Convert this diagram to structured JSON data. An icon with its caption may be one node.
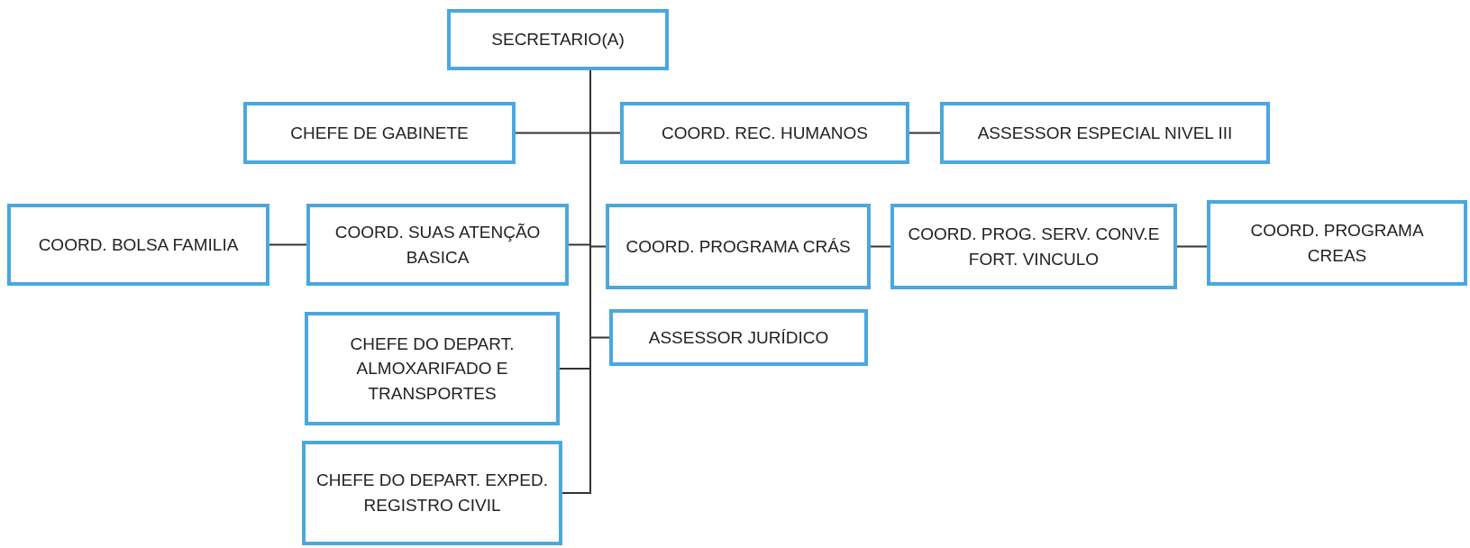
{
  "diagram": {
    "nodes": [
      {
        "text": [
          "SECRETARIO(A)"
        ]
      },
      {
        "text": [
          "CHEFE DE GABINETE"
        ]
      },
      {
        "text": [
          "COORD. REC. HUMANOS"
        ]
      },
      {
        "text": [
          "ASSESSOR ESPECIAL NIVEL III"
        ]
      },
      {
        "text": [
          "COORD. BOLSA FAMILIA"
        ]
      },
      {
        "text": [
          "COORD. SUAS ATENÇÃO BASICA"
        ]
      },
      {
        "text": [
          "COORD. PROGRAMA CRÁS"
        ]
      },
      {
        "text": [
          "COORD. PROG. SERV. CONV.E FORT. VINCULO"
        ]
      },
      {
        "text": [
          "COORD. PROGRAMA CREAS"
        ]
      },
      {
        "text": [
          "ASSESSOR JURÍDICO"
        ]
      },
      {
        "text": [
          "CHEFE DO DEPART. ALMOXARIFADO E TRANSPORTES"
        ]
      },
      {
        "text": [
          "CHEFE DO DEPART. EXPED. REGISTRO CIVIL"
        ]
      }
    ],
    "edges": [
      {
        "from": 0,
        "to": 1,
        "arrow": "none"
      },
      {
        "from": 0,
        "to": 2,
        "arrow": "none"
      },
      {
        "from": 2,
        "to": 3,
        "arrow": "none"
      },
      {
        "from": 0,
        "to": 5,
        "arrow": "none"
      },
      {
        "from": 5,
        "to": 4,
        "arrow": "none"
      },
      {
        "from": 0,
        "to": 6,
        "arrow": "none"
      },
      {
        "from": 6,
        "to": 7,
        "arrow": "none"
      },
      {
        "from": 7,
        "to": 8,
        "arrow": "none"
      },
      {
        "from": 0,
        "to": 9,
        "arrow": "none"
      },
      {
        "from": 0,
        "to": 10,
        "arrow": "none"
      },
      {
        "from": 0,
        "to": 11,
        "arrow": "none"
      }
    ]
  }
}
